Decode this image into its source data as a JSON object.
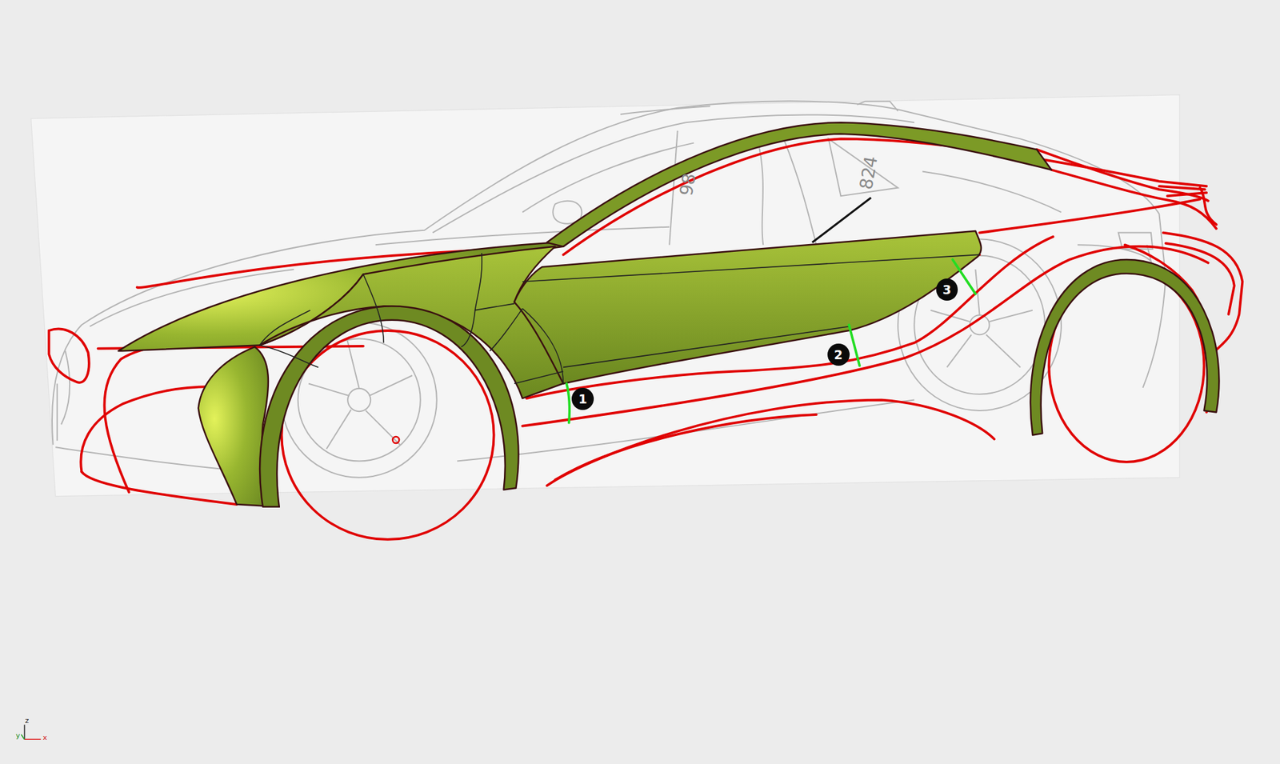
{
  "diagram": {
    "nodes": [
      {
        "text": [
          "1"
        ]
      },
      {
        "text": [
          "2"
        ]
      },
      {
        "text": [
          "3"
        ]
      }
    ],
    "labels": [
      "98",
      "824",
      "z",
      "y",
      "x"
    ]
  }
}
